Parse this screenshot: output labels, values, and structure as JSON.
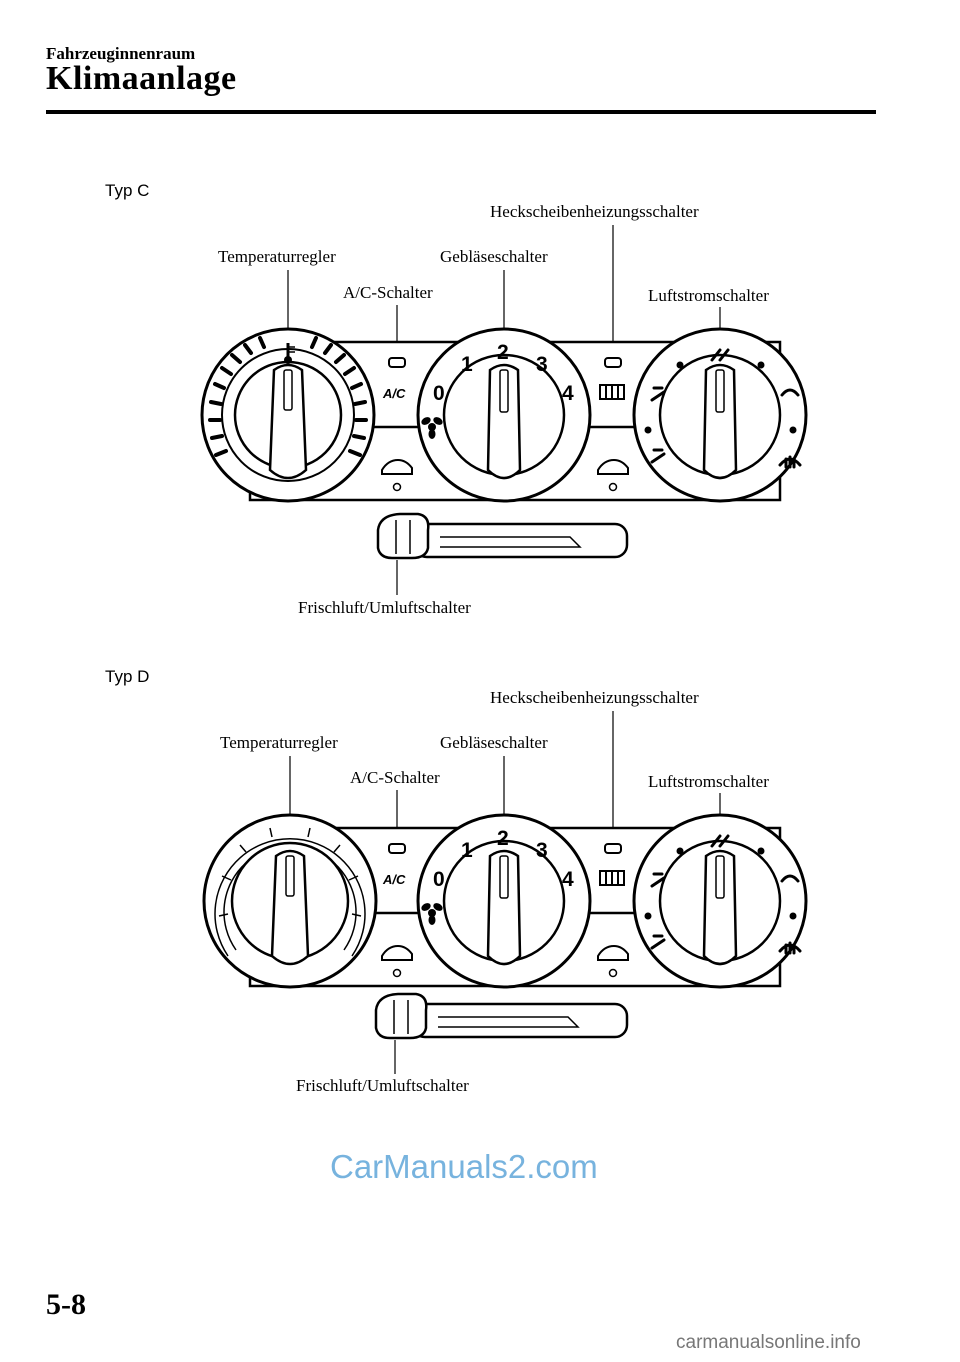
{
  "header": {
    "section": "Fahrzeuginnenraum",
    "title": "Klimaanlage"
  },
  "diagrams": [
    {
      "type_label": "Typ C",
      "labels": {
        "rear_defroster": "Heckscheibenheizungsschalter",
        "temperature": "Temperaturregler",
        "fan": "Gebläseschalter",
        "ac": "A/C-Schalter",
        "airflow": "Luftstromschalter",
        "recirc": "Frischluft/Umluftschalter"
      },
      "fan_speeds": [
        "0",
        "1",
        "2",
        "3",
        "4"
      ],
      "ac_text": "A/C"
    },
    {
      "type_label": "Typ D",
      "labels": {
        "rear_defroster": "Heckscheibenheizungsschalter",
        "temperature": "Temperaturregler",
        "fan": "Gebläseschalter",
        "ac": "A/C-Schalter",
        "airflow": "Luftstromschalter",
        "recirc": "Frischluft/Umluftschalter"
      },
      "fan_speeds": [
        "0",
        "1",
        "2",
        "3",
        "4"
      ],
      "ac_text": "A/C"
    }
  ],
  "page_number": "5-8",
  "watermark": "CarManuals2.com",
  "footer_site": "carmanualsonline.info"
}
